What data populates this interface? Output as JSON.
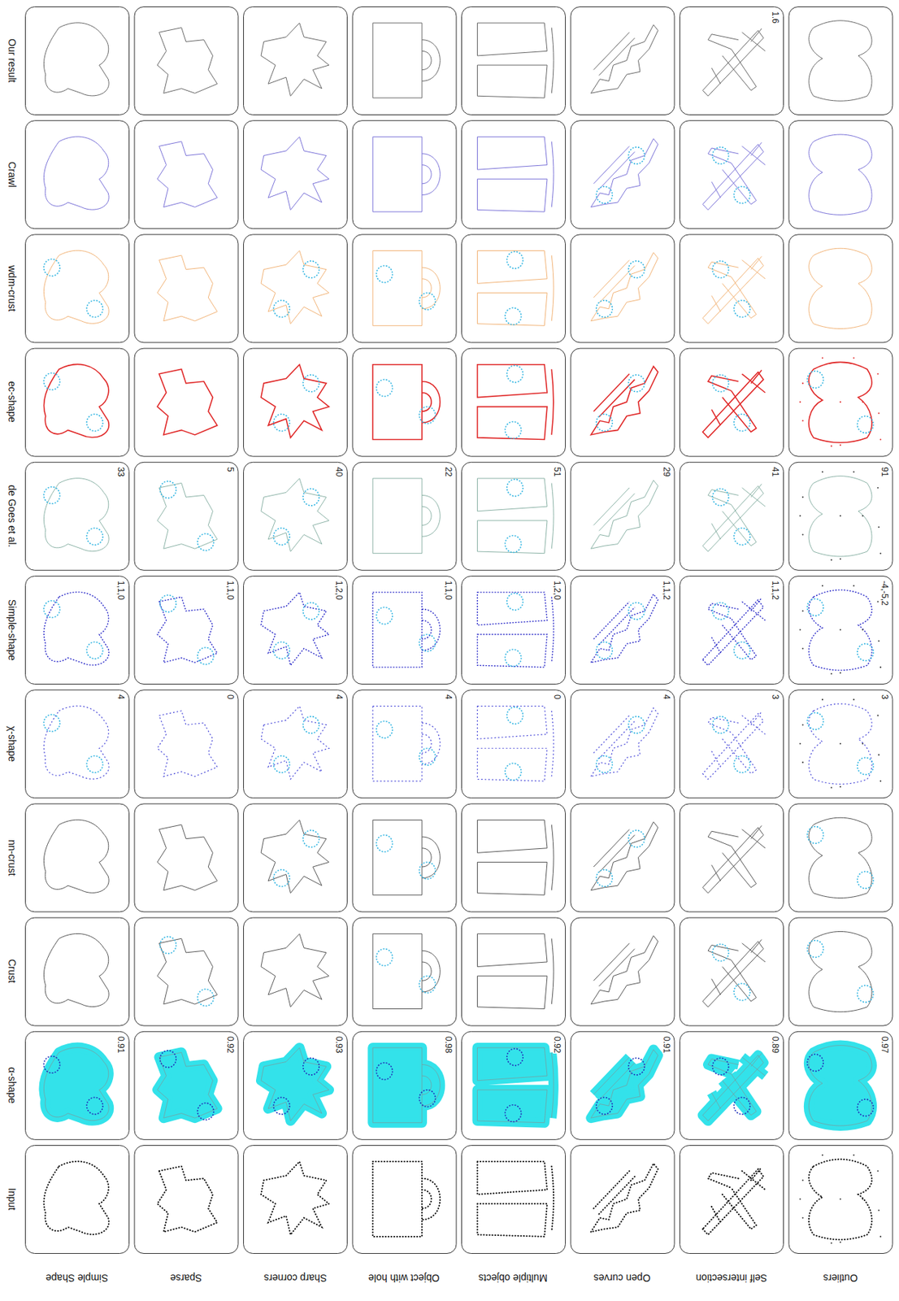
{
  "diagram": {
    "nodes": [
      {
        "text": [
          "1.6"
        ]
      },
      {
        "text": [
          "33"
        ]
      },
      {
        "text": [
          "5"
        ]
      },
      {
        "text": [
          "40"
        ]
      },
      {
        "text": [
          "22"
        ]
      },
      {
        "text": [
          "51"
        ]
      },
      {
        "text": [
          "29"
        ]
      },
      {
        "text": [
          "41"
        ]
      },
      {
        "text": [
          "91"
        ]
      },
      {
        "text": [
          "1,1,0"
        ]
      },
      {
        "text": [
          "1,1,0"
        ]
      },
      {
        "text": [
          "1,2,0"
        ]
      },
      {
        "text": [
          "1,1,0"
        ]
      },
      {
        "text": [
          "1,2,0"
        ]
      },
      {
        "text": [
          "1,1,2"
        ]
      },
      {
        "text": [
          "1,1,2"
        ]
      },
      {
        "text": [
          "-4,-5,2"
        ]
      },
      {
        "text": [
          "4"
        ]
      },
      {
        "text": [
          "0"
        ]
      },
      {
        "text": [
          "4"
        ]
      },
      {
        "text": [
          "4"
        ]
      },
      {
        "text": [
          "0"
        ]
      },
      {
        "text": [
          "4"
        ]
      },
      {
        "text": [
          "3"
        ]
      },
      {
        "text": [
          "3"
        ]
      },
      {
        "text": [
          "0.91"
        ]
      },
      {
        "text": [
          "0.92"
        ]
      },
      {
        "text": [
          "0.93"
        ]
      },
      {
        "text": [
          "0.98"
        ]
      },
      {
        "text": [
          "0.92"
        ]
      },
      {
        "text": [
          "0.91"
        ]
      },
      {
        "text": [
          "0.89"
        ]
      },
      {
        "text": [
          "0.97"
        ]
      }
    ],
    "labels": [
      "Our result",
      "Crawl",
      "wdm-crust",
      "ec-shape",
      "de Goes et al.",
      "Simple-shape",
      "χ-shape",
      "nn-crust",
      "Crust",
      "α-shape",
      "Input",
      "Simple Shape",
      "Sparse",
      "Sharp corners",
      "Object with hole",
      "Multiple objects",
      "Open curves",
      "Self intersection",
      "Outliers"
    ]
  }
}
